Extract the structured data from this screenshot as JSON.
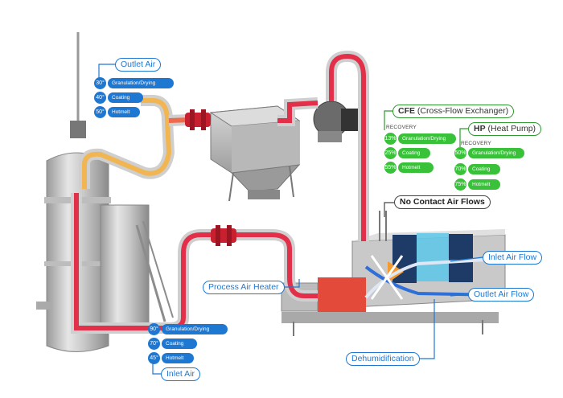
{
  "colors": {
    "blue": "#1e78d2",
    "green": "#39c13a",
    "hot_air": "#e3304a",
    "warm_air": "#f2b44a",
    "cold_air": "#2f6fd8"
  },
  "outlet_air": {
    "title": "Outlet Air",
    "rows": [
      {
        "pct": "30°",
        "label": "Granulation/Drying"
      },
      {
        "pct": "40°",
        "label": "Coating"
      },
      {
        "pct": "50°",
        "label": "Hotmelt"
      }
    ]
  },
  "inlet_air": {
    "title": "Inlet Air",
    "rows": [
      {
        "pct": "90°",
        "label": "Granulation/Drying"
      },
      {
        "pct": "70°",
        "label": "Coating"
      },
      {
        "pct": "45°",
        "label": "Hotmelt"
      }
    ]
  },
  "cfe": {
    "abbr": "CFE",
    "title": "(Cross-Flow Exchanger)",
    "recovery_label": "RECOVERY",
    "rows": [
      {
        "pct": "13%",
        "label": "Granulation/Drying"
      },
      {
        "pct": "25%",
        "label": "Coating"
      },
      {
        "pct": "55%",
        "label": "Hotmelt"
      }
    ]
  },
  "hp": {
    "abbr": "HP",
    "title": "(Heat Pump)",
    "recovery_label": "RECOVERY",
    "rows": [
      {
        "pct": "50%",
        "label": "Granulation/Drying"
      },
      {
        "pct": "70%",
        "label": "Coating"
      },
      {
        "pct": "75%",
        "label": "Hotmelt"
      }
    ]
  },
  "callouts": {
    "no_contact": "No Contact Air Flows",
    "process_air_heater": "Process Air Heater",
    "inlet_air_flow": "Inlet Air Flow",
    "outlet_air_flow": "Outlet Air Flow",
    "dehumidification": "Dehumidification"
  }
}
